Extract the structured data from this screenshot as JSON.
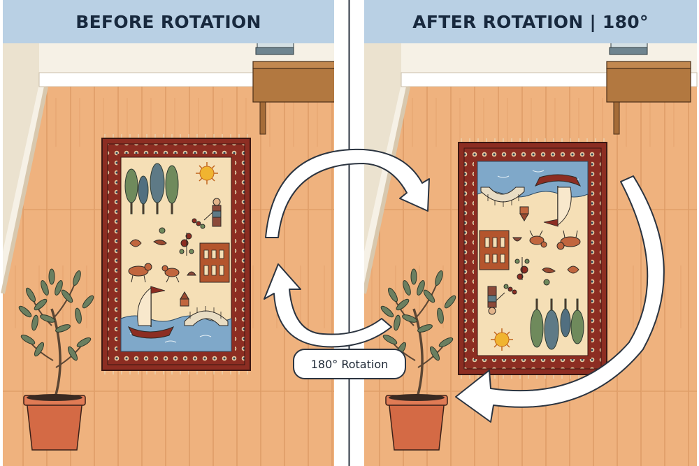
{
  "headers": {
    "before": "BEFORE ROTATION",
    "after": "AFTER ROTATION | 180°"
  },
  "rotation_label": "180° Rotation",
  "colors": {
    "header_bg": "#b9d0e4",
    "header_text": "#18293e",
    "floor": "#efb27e",
    "wall": "#f6f1e6",
    "rug_border": "#8c2d22",
    "rug_field": "#f5dfb6",
    "water": "#7fa8c9",
    "arrow": "#ffffff"
  },
  "icons": [
    "rotate-arrow-icon",
    "rug-icon",
    "potted-plant-icon",
    "side-table-icon",
    "books-icon"
  ]
}
